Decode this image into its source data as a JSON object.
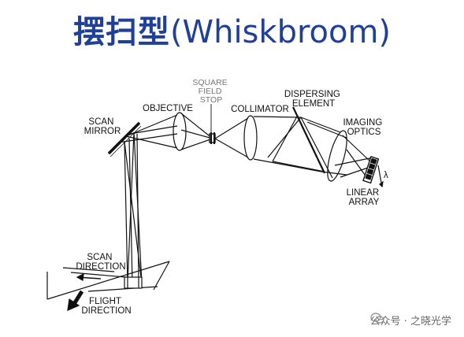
{
  "title": {
    "main": "摆扫型",
    "paren": "(Whiskbroom)"
  },
  "labels": {
    "square_field_stop": [
      "SQUARE",
      "FIELD",
      "STOP"
    ],
    "objective": [
      "OBJECTIVE"
    ],
    "scan_mirror": [
      "SCAN",
      "MIRROR"
    ],
    "collimator": [
      "COLLIMATOR"
    ],
    "dispersing_element": [
      "DISPERSING",
      "ELEMENT"
    ],
    "imaging_optics": [
      "IMAGING",
      "OPTICS"
    ],
    "lambda": [
      "λ"
    ],
    "linear_array": [
      "LINEAR",
      "ARRAY"
    ],
    "scan_direction": [
      "SCAN",
      "DIRECTION"
    ],
    "flight_direction": [
      "FLIGHT",
      "DIRECTION"
    ]
  },
  "watermark": {
    "text": "公众号 · 之晓光学"
  },
  "colors": {
    "title": "#1f3f99",
    "ink": "#111111",
    "stop_label": "#777777"
  }
}
